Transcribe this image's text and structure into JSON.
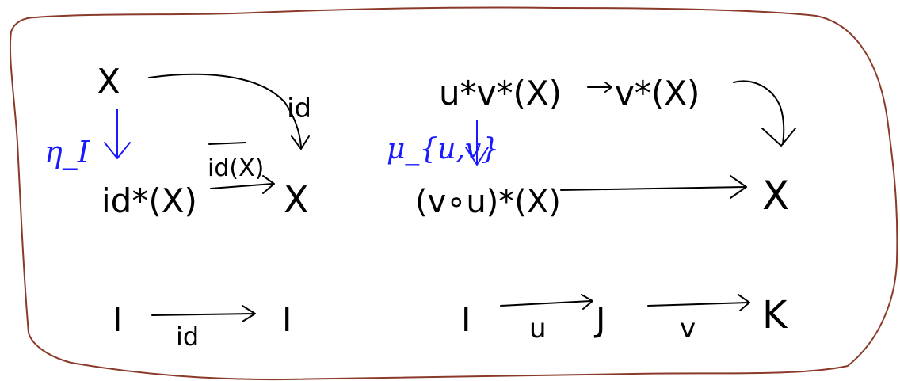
{
  "left_diagram": {
    "top_object": "X",
    "curved_arrow_label": "id",
    "unit_label": "η_I",
    "bottom_left_object": "id*(X)",
    "bottom_arrow_label": "id(X)",
    "bottom_right_object": "X"
  },
  "right_diagram": {
    "top_left_object": "u*v*(X)",
    "top_right_object": "v*(X)",
    "multiplication_label": "μ_{u,v}",
    "bottom_left_object": "(v∘u)*(X)",
    "bottom_right_object": "X"
  },
  "base_left": {
    "source": "I",
    "arrow_label": "id",
    "target": "I"
  },
  "base_right": {
    "first": "I",
    "first_arrow_label": "u",
    "second": "J",
    "second_arrow_label": "v",
    "third": "K"
  },
  "colors": {
    "ink": "#000000",
    "annotation": "#1a1aff",
    "border": "#8b3a2a"
  }
}
